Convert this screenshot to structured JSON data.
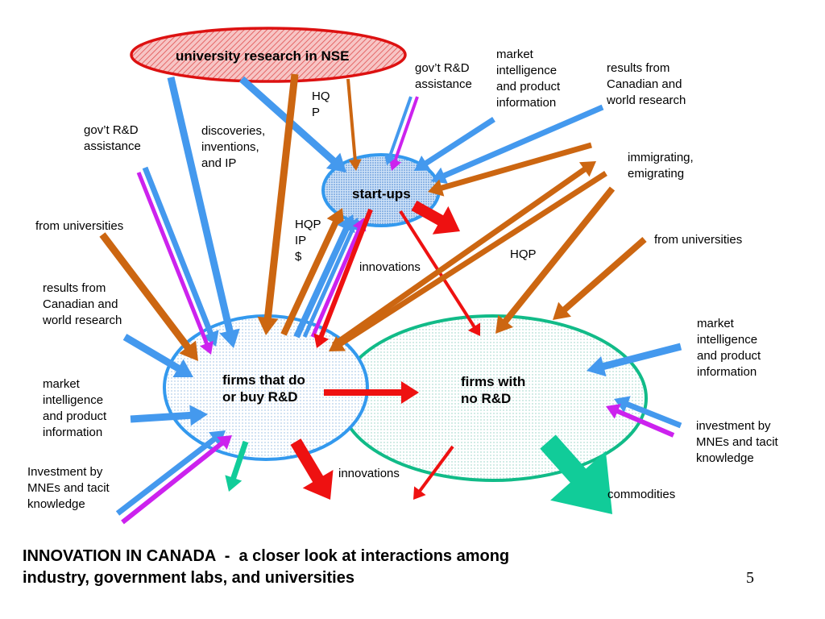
{
  "nodes": {
    "university": "university research in NSE",
    "startups": "start-ups",
    "firms_rd": "firms that do\nor buy R&D",
    "firms_no_rd": "firms with\nno R&D"
  },
  "labels": {
    "govt_rd_top": "gov’t R&D\nassistance",
    "market_intel_top": "market\nintelligence\nand product\ninformation",
    "results_top": "results from\nCanadian and\nworld research",
    "hqp_top": "HQ\nP",
    "discoveries": "discoveries,\ninventions,\nand IP",
    "govt_rd_left": "gov’t R&D\nassistance",
    "immigrating": "immigrating,\nemigrating",
    "from_univ_left": "from universities",
    "hqp_ip": "HQP\nIP\n$",
    "from_univ_right": "from universities",
    "hqp_right": "HQP",
    "innovations_mid": "innovations",
    "results_left": "results from\nCanadian and\nworld research",
    "market_intel_right": "market\nintelligence\nand product\ninformation",
    "market_intel_left": "market\nintelligence\nand product\ninformation",
    "investment_right": "investment by\nMNEs and tacit\nknowledge",
    "investment_left": "Investment by\nMNEs and tacit\nknowledge",
    "innovations_bottom": "innovations",
    "commodities": "commodities"
  },
  "title": "INNOVATION IN CANADA  -  a closer look at interactions among\nindustry, government labs, and universities",
  "page_number": "5",
  "colors": {
    "university_fill": "#f4a7a7",
    "university_stroke": "#dd1111",
    "startups_fill": "#7fb3ef",
    "node_stroke_blue": "#3399ee",
    "node_stroke_green": "#11bb88",
    "arrow_blue": "#4499ee",
    "arrow_orange": "#cc6611",
    "arrow_red": "#ee1111",
    "arrow_purple": "#cc22ee",
    "arrow_green": "#11cc99"
  }
}
